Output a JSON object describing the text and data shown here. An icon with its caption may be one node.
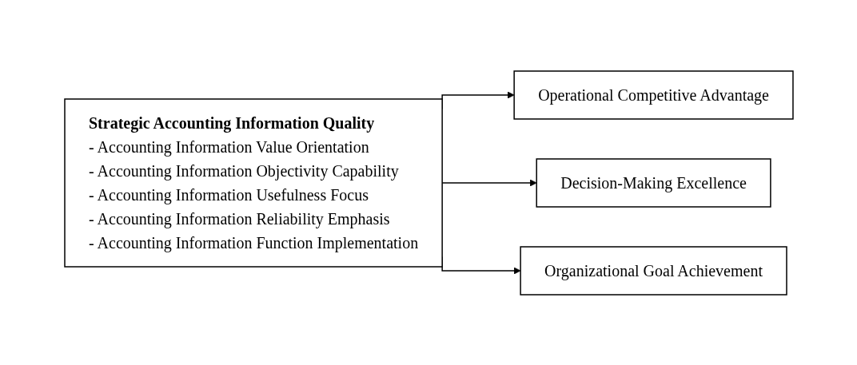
{
  "diagram": {
    "nodes": [
      {
        "text": [
          "Strategic Accounting Information Quality",
          "- Accounting Information Value Orientation",
          "- Accounting Information Objectivity Capability",
          "- Accounting Information Usefulness Focus",
          "- Accounting Information Reliability Emphasis",
          "- Accounting Information Function Implementation"
        ]
      },
      {
        "text": [
          "Operational Competitive Advantage"
        ]
      },
      {
        "text": [
          "Decision-Making Excellence"
        ]
      },
      {
        "text": [
          "Organizational Goal Achievement"
        ]
      }
    ],
    "edges": [
      {
        "from": 0,
        "to": 1,
        "arrow": "to"
      },
      {
        "from": 0,
        "to": 2,
        "arrow": "to"
      },
      {
        "from": 0,
        "to": 3,
        "arrow": "to"
      }
    ]
  }
}
